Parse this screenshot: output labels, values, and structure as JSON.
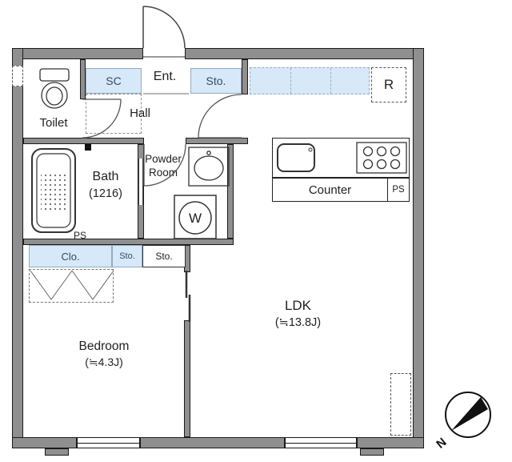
{
  "entrance": {
    "label": "Ent.",
    "shoe_closet": "SC",
    "storage": "Sto."
  },
  "hall": {
    "label": "Hall"
  },
  "toilet": {
    "label": "Toilet"
  },
  "bath": {
    "label": "Bath",
    "size": "(1216)",
    "pipe_space": "PS"
  },
  "powder_room": {
    "label_line1": "Powder",
    "label_line2": "Room",
    "washer": "W"
  },
  "kitchen": {
    "counter": "Counter",
    "pipe_space": "PS",
    "refrigerator": "R"
  },
  "bedroom": {
    "label": "Bedroom",
    "size": "(≒4.3J)",
    "closet": "Clo.",
    "storage_a": "Sto.",
    "storage_b": "Sto."
  },
  "ldk": {
    "label": "LDK",
    "size": "(≒13.8J)"
  },
  "compass": {
    "north": "N"
  },
  "colors": {
    "wall": "#8f8f8f",
    "highlight": "#d7e8f8",
    "line": "#1b1b1b"
  }
}
